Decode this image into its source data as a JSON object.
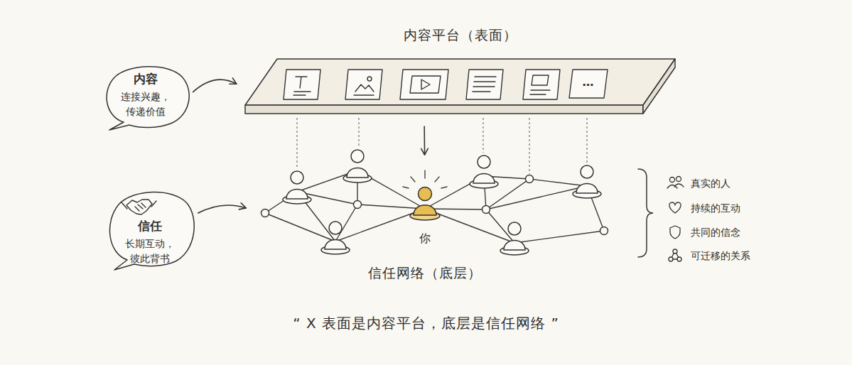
{
  "diagram": {
    "caption": "“ X 表面是内容平台，底层是信任网络 ”",
    "nodes": [
      {
        "text": [
          "内容平台（表面）"
        ]
      },
      {
        "text": [
          "…"
        ],
        "in": 0
      },
      {
        "text": [
          "内容",
          "连接兴趣，传递价值"
        ]
      },
      {
        "text": [
          "信任",
          "长期互动，彼此背书"
        ]
      },
      {
        "text": [
          "信任网络（底层）"
        ]
      },
      {
        "text": [
          "你"
        ],
        "in": 4
      }
    ],
    "edges": [
      {
        "from": 2,
        "to": 0,
        "arrow": "to"
      },
      {
        "from": 3,
        "to": 4,
        "arrow": "to"
      },
      {
        "from": 0,
        "to": 5,
        "arrow": "to"
      }
    ],
    "legend": [
      {
        "text": "真实的人"
      },
      {
        "text": "持续的互动"
      },
      {
        "text": "共同的信念"
      },
      {
        "text": "可迁移的关系"
      }
    ]
  }
}
